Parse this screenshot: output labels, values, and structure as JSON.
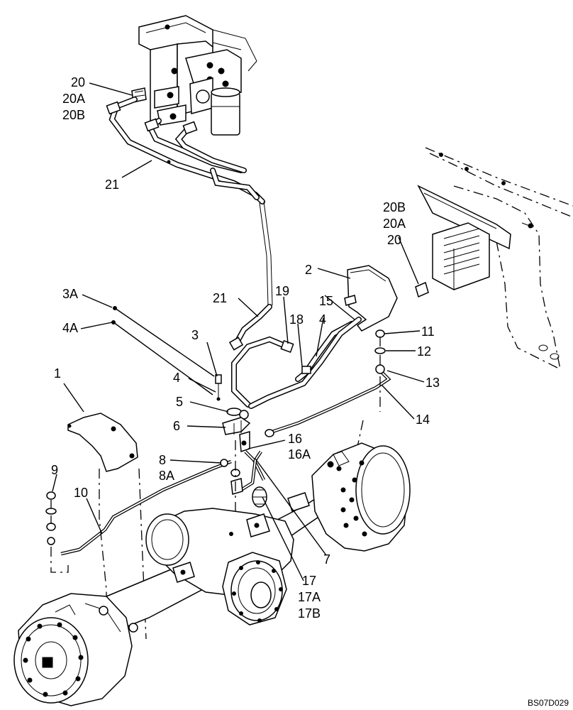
{
  "callouts": [
    {
      "id": "c20-top",
      "lines": [
        "20",
        "20A",
        "20B"
      ]
    },
    {
      "id": "c21-top",
      "lines": [
        "21"
      ]
    },
    {
      "id": "c20b-right",
      "lines": [
        "20B",
        "20A",
        "20"
      ]
    },
    {
      "id": "c2",
      "lines": [
        "2"
      ]
    },
    {
      "id": "c3a",
      "lines": [
        "3A"
      ]
    },
    {
      "id": "c4a",
      "lines": [
        "4A"
      ]
    },
    {
      "id": "c21-mid",
      "lines": [
        "21"
      ]
    },
    {
      "id": "c19",
      "lines": [
        "19"
      ]
    },
    {
      "id": "c18",
      "lines": [
        "18"
      ]
    },
    {
      "id": "c15",
      "lines": [
        "15"
      ]
    },
    {
      "id": "c4-right",
      "lines": [
        "4"
      ]
    },
    {
      "id": "c11",
      "lines": [
        "11"
      ]
    },
    {
      "id": "c12",
      "lines": [
        "12"
      ]
    },
    {
      "id": "c13",
      "lines": [
        "13"
      ]
    },
    {
      "id": "c14",
      "lines": [
        "14"
      ]
    },
    {
      "id": "c3",
      "lines": [
        "3"
      ]
    },
    {
      "id": "c4-left",
      "lines": [
        "4"
      ]
    },
    {
      "id": "c5",
      "lines": [
        "5"
      ]
    },
    {
      "id": "c6",
      "lines": [
        "6"
      ]
    },
    {
      "id": "c16",
      "lines": [
        "16",
        "16A"
      ]
    },
    {
      "id": "c1",
      "lines": [
        "1"
      ]
    },
    {
      "id": "c8",
      "lines": [
        "8",
        "8A"
      ]
    },
    {
      "id": "c9",
      "lines": [
        "9"
      ]
    },
    {
      "id": "c10",
      "lines": [
        "10"
      ]
    },
    {
      "id": "c7",
      "lines": [
        "7"
      ]
    },
    {
      "id": "c17",
      "lines": [
        "17",
        "17A",
        "17B"
      ]
    }
  ],
  "drawing_code": "BS07D029"
}
